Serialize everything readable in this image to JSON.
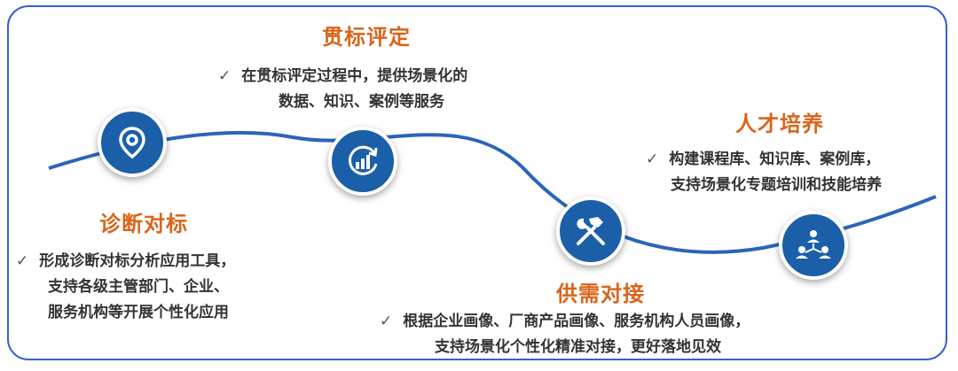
{
  "stages": {
    "diagnose": {
      "title": "诊断对标",
      "lines": [
        "形成诊断对标分析应用工具，",
        "支持各级主管部门、企业、",
        "服务机构等开展个性化应用"
      ],
      "icon": "location-pin-icon"
    },
    "evaluate": {
      "title": "贯标评定",
      "lines": [
        "在贯标评定过程中，提供场景化的",
        "数据、知识、案例等服务"
      ],
      "icon": "chart-refresh-icon"
    },
    "matching": {
      "title": "供需对接",
      "lines": [
        "根据企业画像、厂商产品画像、服务机构人员画像，",
        "支持场景化个性化精准对接，更好落地见效"
      ],
      "icon": "tools-icon"
    },
    "talent": {
      "title": "人才培养",
      "lines": [
        "构建课程库、知识库、案例库，",
        "支持场景化专题培训和技能培养"
      ],
      "icon": "people-network-icon"
    }
  },
  "colors": {
    "accent": "#d9651b",
    "node": "#1b5fa8",
    "curve": "#2b65b8",
    "frame": "#3a5fd0"
  }
}
